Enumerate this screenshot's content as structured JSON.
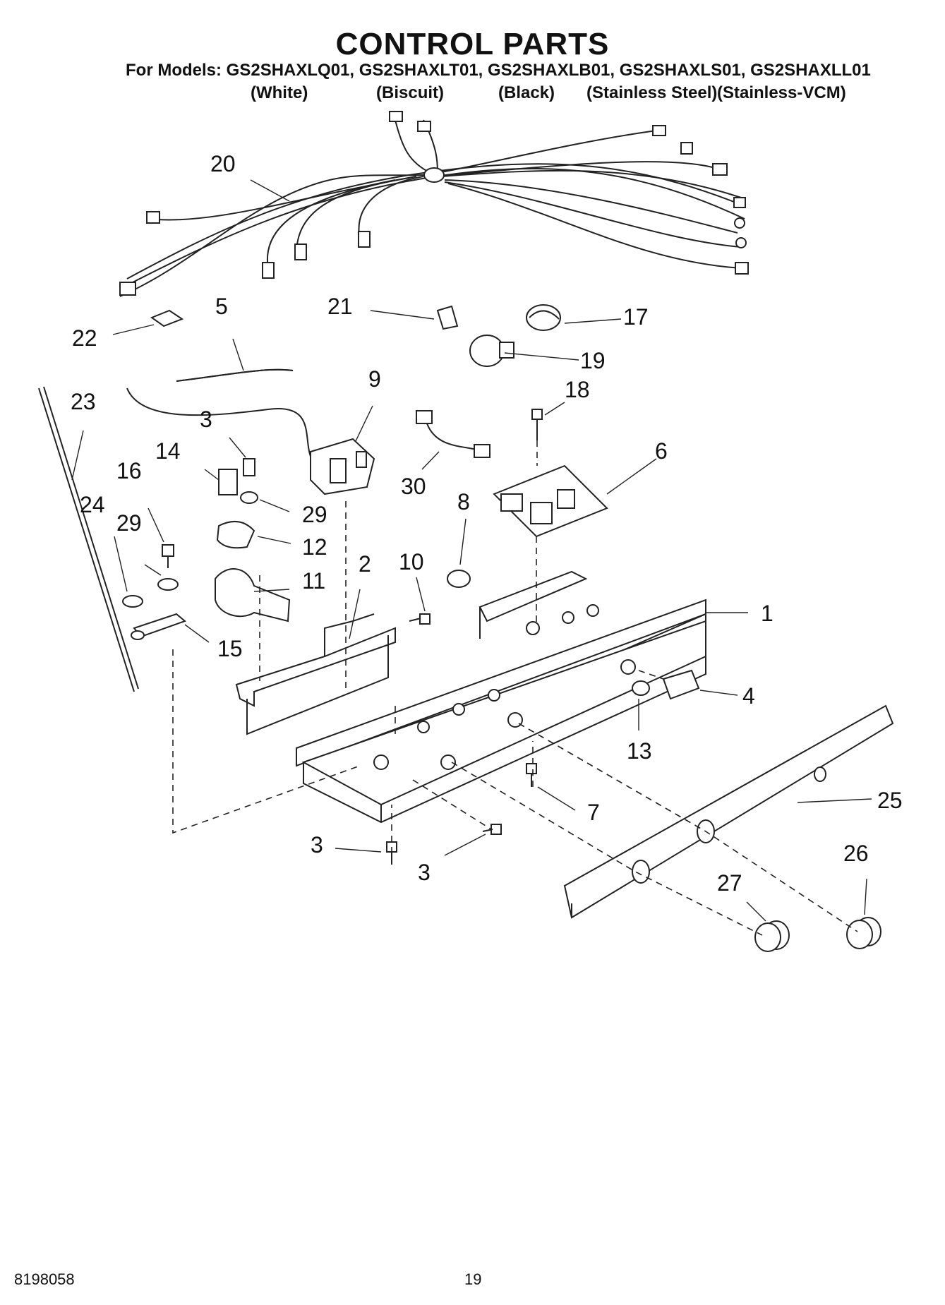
{
  "header": {
    "title": "CONTROL PARTS",
    "models": "For Models: GS2SHAXLQ01, GS2SHAXLT01, GS2SHAXLB01, GS2SHAXLS01, GS2SHAXLL01",
    "colors": [
      "(White)",
      "(Biscuit)",
      "(Black)",
      "(Stainless Steel)",
      "(Stainless-VCM)"
    ]
  },
  "callouts": [
    "20",
    "5",
    "21",
    "17",
    "19",
    "22",
    "23",
    "9",
    "18",
    "3",
    "14",
    "16",
    "29",
    "6",
    "30",
    "12",
    "29",
    "8",
    "24",
    "11",
    "2",
    "10",
    "1",
    "15",
    "4",
    "13",
    "7",
    "25",
    "3",
    "3",
    "26",
    "27"
  ],
  "footer": {
    "doc_number": "8198058",
    "page_number": "19"
  }
}
